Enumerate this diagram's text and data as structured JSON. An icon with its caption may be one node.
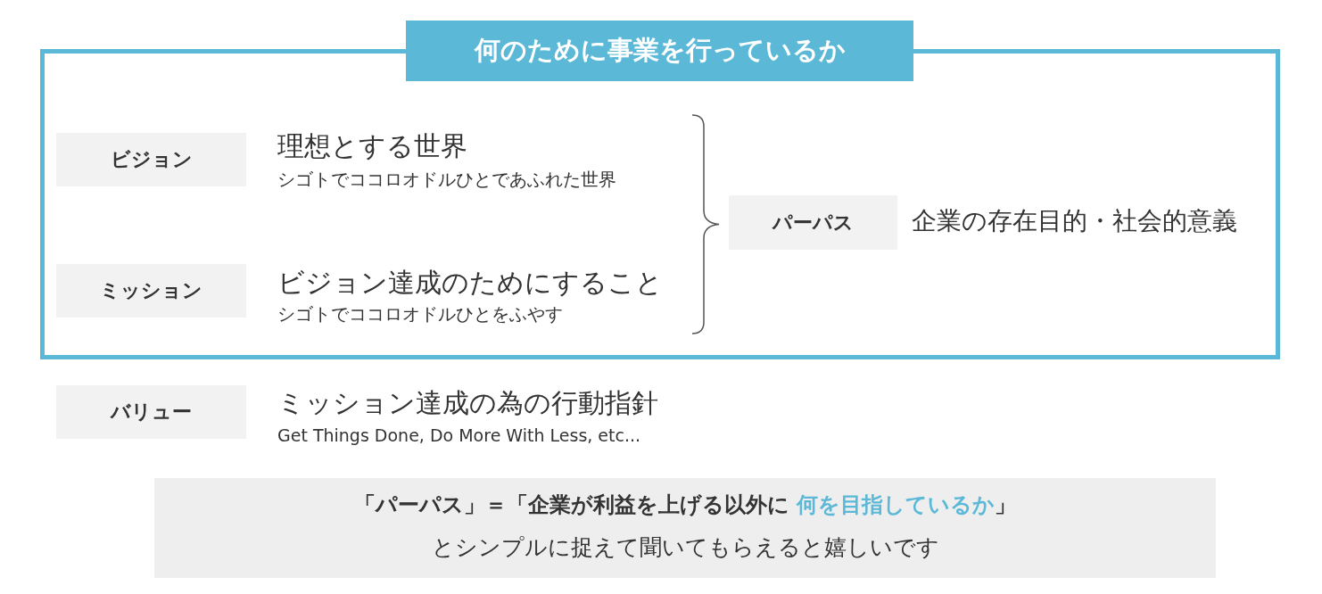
{
  "diagram": {
    "nodes": [
      {
        "text": [
          "何のために事業を行っているか"
        ]
      },
      {
        "text": [
          "ビジョン"
        ],
        "in": 0,
        "beside": [
          "理想とする世界",
          "シゴトでココロオドルひとであふれた世界"
        ]
      },
      {
        "text": [
          "ミッション"
        ],
        "in": 0,
        "beside": [
          "ビジョン達成のためにすること",
          "シゴトでココロオドルひとをふやす"
        ]
      },
      {
        "text": [
          "パーパス"
        ],
        "in": 0,
        "beside": [
          "企業の存在目的・社会的意義"
        ]
      },
      {
        "text": [
          "バリュー"
        ],
        "beside": [
          "ミッション達成の為の行動指針",
          "Get Things Done, Do More With Less, etc..."
        ]
      },
      {
        "text": [
          "「パーパス」＝「企業が利益を上げる以外に **何を目指しているか**」",
          "とシンプルに捉えて聞いてもらえると嬉しいです"
        ]
      }
    ]
  }
}
